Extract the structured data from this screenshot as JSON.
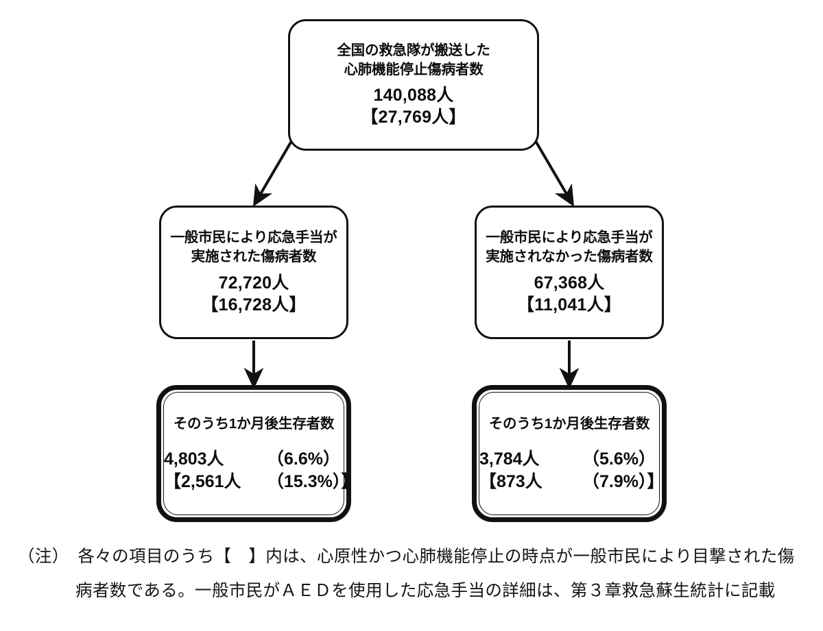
{
  "document": {
    "kind": "flow-diagram",
    "language": "ja"
  },
  "diagram": {
    "nodes": {
      "top": {
        "title": "全国の救急隊が搬送した\n心肺機能停止傷病者数",
        "value_primary": "140,088人",
        "value_bracket": "【27,769人】"
      },
      "mid_left": {
        "title": "一般市民により応急手当が\n実施された傷病者数",
        "value_primary": "72,720人",
        "value_bracket": "【16,728人】"
      },
      "mid_right": {
        "title": "一般市民により応急手当が\n実施されなかった傷病者数",
        "value_primary": "67,368人",
        "value_bracket": "【11,041人】"
      },
      "bot_left": {
        "title": "そのうち1か月後生存者数",
        "row_primary_count": "4,803人",
        "row_primary_pct": "（6.6%）",
        "row_bracket_count": "【2,561人",
        "row_bracket_pct": "（15.3%）】"
      },
      "bot_right": {
        "title": "そのうち1か月後生存者数",
        "row_primary_count": "3,784人",
        "row_primary_pct": "（5.6%）",
        "row_bracket_count": "【873人",
        "row_bracket_pct": "（7.9%）】"
      }
    },
    "connectors": [
      {
        "name": "top-to-mid-left",
        "type": "arrow-diagonal"
      },
      {
        "name": "top-to-mid-right",
        "type": "arrow-diagonal"
      },
      {
        "name": "mid-left-to-bot-left",
        "type": "arrow-vertical"
      },
      {
        "name": "mid-right-to-bot-right",
        "type": "arrow-vertical"
      }
    ]
  },
  "footnote": {
    "line1": "（注）　各々の項目のうち【　】内は、心原性かつ心肺機能停止の時点が一般市民により目撃された傷",
    "line2": "病者数である。一般市民がＡＥＤを使用した応急手当の詳細は、第３章救急蘇生統計に記載"
  },
  "colors": {
    "stroke": "#111111",
    "background": "#ffffff",
    "text": "#0d0d0d"
  }
}
